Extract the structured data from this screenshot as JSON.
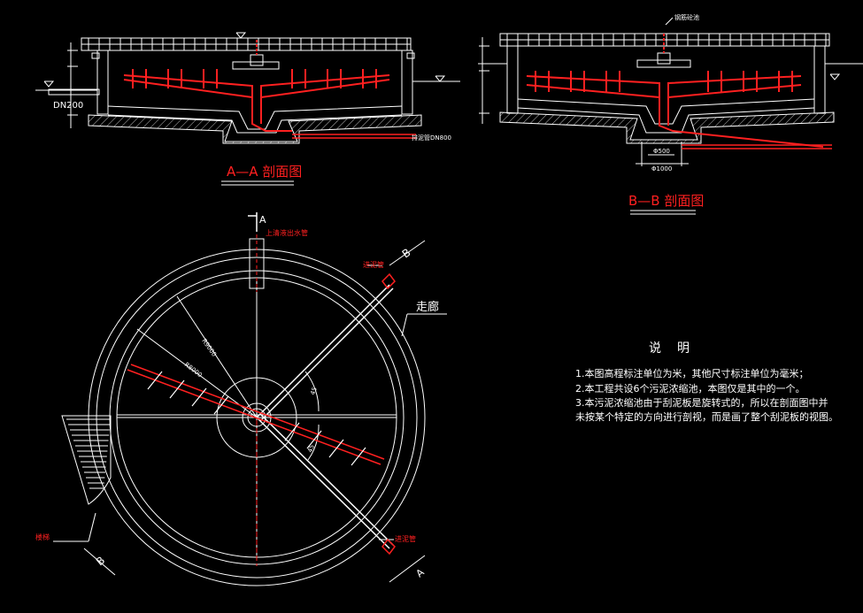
{
  "sections": {
    "aa_title": "A—A 剖面图",
    "bb_title": "B—B 剖面图",
    "aa_pipe_left": "DN200",
    "aa_pipe_right": "排泥管DN800",
    "bb_label_top": "钢筋砼池",
    "bb_dim_1": "Φ500",
    "bb_dim_2": "Φ1000"
  },
  "plan": {
    "section_mark_a_top": "A",
    "section_mark_a_bottom": "A",
    "section_mark_b_top": "B",
    "section_mark_b_bottom": "B",
    "label_overflow_pipe": "上清液出水管",
    "label_sludge_pipe_top": "进泥管",
    "label_sludge_pipe_bottom": "进泥管",
    "label_corridor": "走廊",
    "label_stair": "楼梯",
    "dim_radius_1": "R9000",
    "dim_radius_2": "R8000",
    "dim_angle_1": "45",
    "dim_angle_2": "45"
  },
  "notes": {
    "title": "说明",
    "items": [
      "1.本图高程标注单位为米，其他尺寸标注单位为毫米；",
      "2.本工程共设6个污泥浓缩池，本图仅是其中的一个。",
      "3.本污泥浓缩池由于刮泥板是旋转式的，所以在剖面图中并",
      "未按某个特定的方向进行剖视，而是画了整个刮泥板的视图。"
    ]
  },
  "colors": {
    "background": "#000000",
    "line": "#ffffff",
    "accent": "#ff2020",
    "hatch": "#cccccc"
  }
}
